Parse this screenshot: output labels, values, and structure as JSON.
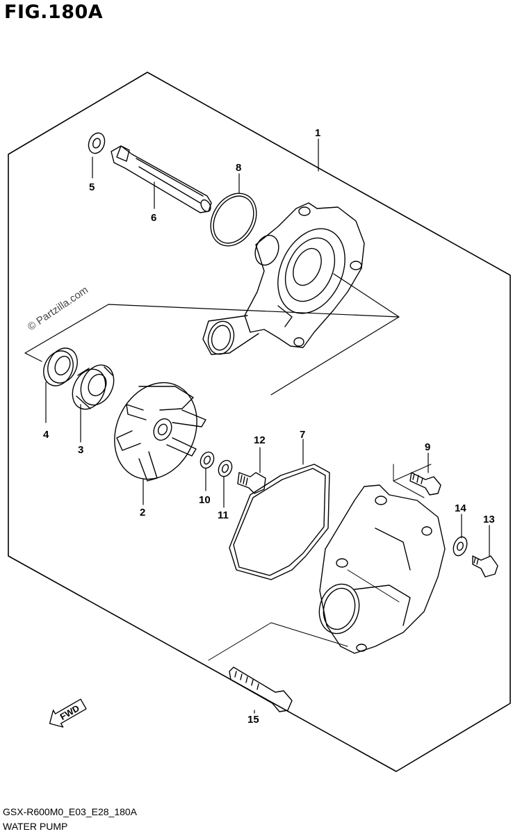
{
  "figure": {
    "title": "FIG.180A",
    "code": "GSX-R600M0_E03_E28_180A",
    "caption": "WATER PUMP"
  },
  "watermark": "© Partzilla.com",
  "fwd_label": "FWD",
  "callouts": {
    "c1": "1",
    "c2": "2",
    "c3": "3",
    "c4": "4",
    "c5": "5",
    "c6": "6",
    "c7": "7",
    "c8": "8",
    "c9": "9",
    "c10": "10",
    "c11": "11",
    "c12": "12",
    "c13": "13",
    "c14": "14",
    "c15": "15"
  },
  "icons": {
    "fwd_arrow": "fwd-arrow-icon"
  }
}
